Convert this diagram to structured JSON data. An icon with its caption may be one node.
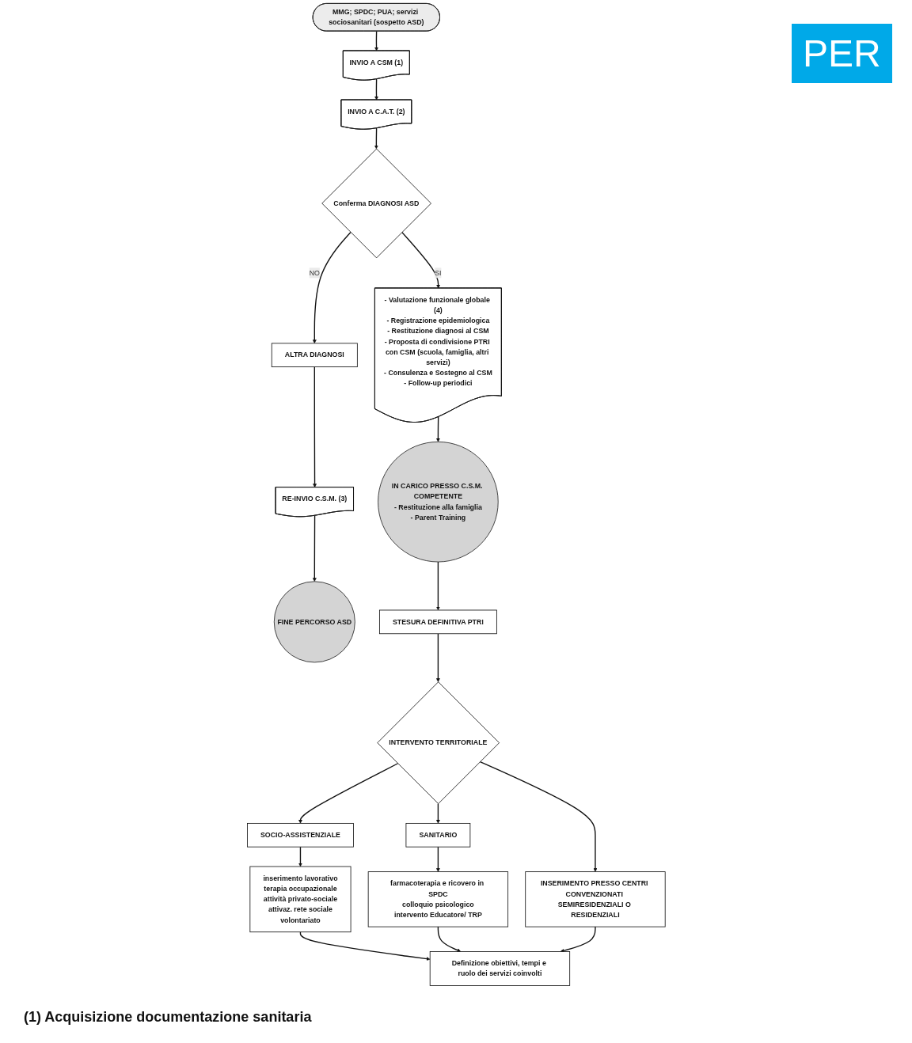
{
  "diagram": {
    "nodes": [
      {
        "text": [
          "MMG; SPDC; PUA; servizi sociosanitari (sospetto ASD)"
        ]
      },
      {
        "text": [
          "INVIO A CSM (1)"
        ]
      },
      {
        "text": [
          "INVIO A C.A.T. (2)"
        ]
      },
      {
        "text": [
          "Conferma DIAGNOSI ASD"
        ]
      },
      {
        "text": [
          "ALTRA DIAGNOSI"
        ]
      },
      {
        "text": [
          "RE-INVIO C.S.M. (3)"
        ]
      },
      {
        "text": [
          "FINE PERCORSO ASD"
        ]
      },
      {
        "text": [
          "- Valutazione funzionale globale (4)",
          "- Registrazione epidemiologica",
          "- Restituzione diagnosi al CSM",
          "- Proposta di condivisione PTRI con CSM (scuola, famiglia, altri servizi)",
          "- Consulenza e Sostegno al CSM",
          "- Follow-up periodici"
        ]
      },
      {
        "text": [
          "IN CARICO PRESSO C.S.M. COMPETENTE",
          "- Restituzione alla famiglia",
          "- Parent Training"
        ]
      },
      {
        "text": [
          "STESURA DEFINITIVA PTRI"
        ]
      },
      {
        "text": [
          "INTERVENTO TERRITORIALE"
        ]
      },
      {
        "text": [
          "SOCIO-ASSISTENZIALE"
        ]
      },
      {
        "text": [
          "SANITARIO"
        ]
      },
      {
        "text": [
          "inserimento lavorativo",
          "terapia occupazionale",
          "attività privato-sociale",
          "attivaz. rete sociale",
          "volontariato"
        ]
      },
      {
        "text": [
          "farmacoterapia e ricovero in SPDC",
          "colloquio psicologico",
          "intervento Educatore/ TRP"
        ]
      },
      {
        "text": [
          "INSERIMENTO PRESSO CENTRI CONVENZIONATI SEMIRESIDENZIALI O RESIDENZIALI"
        ]
      },
      {
        "text": [
          "Definizione obiettivi, tempi e ruolo dei servizi coinvolti"
        ]
      }
    ],
    "edges": [
      {
        "from": 0,
        "to": 1,
        "arrow": "to"
      },
      {
        "from": 1,
        "to": 2,
        "arrow": "to"
      },
      {
        "from": 2,
        "to": 3,
        "arrow": "to"
      },
      {
        "from": 3,
        "to": 4,
        "arrow": "to",
        "label": "NO"
      },
      {
        "from": 3,
        "to": 7,
        "arrow": "to",
        "label": "SI"
      },
      {
        "from": 4,
        "to": 5,
        "arrow": "to"
      },
      {
        "from": 5,
        "to": 6,
        "arrow": "to"
      },
      {
        "from": 7,
        "to": 8,
        "arrow": "to"
      },
      {
        "from": 8,
        "to": 9,
        "arrow": "to"
      },
      {
        "from": 9,
        "to": 10,
        "arrow": "to"
      },
      {
        "from": 10,
        "to": 11,
        "arrow": "to"
      },
      {
        "from": 10,
        "to": 12,
        "arrow": "to"
      },
      {
        "from": 10,
        "to": 15,
        "arrow": "to"
      },
      {
        "from": 11,
        "to": 13,
        "arrow": "to"
      },
      {
        "from": 12,
        "to": 14,
        "arrow": "to"
      },
      {
        "from": 13,
        "to": 16,
        "arrow": "to"
      },
      {
        "from": 14,
        "to": 16,
        "arrow": "to"
      },
      {
        "from": 15,
        "to": 16,
        "arrow": "to"
      }
    ],
    "labels": [
      "PER",
      "(1) Acquisizione documentazione sanitaria"
    ]
  }
}
